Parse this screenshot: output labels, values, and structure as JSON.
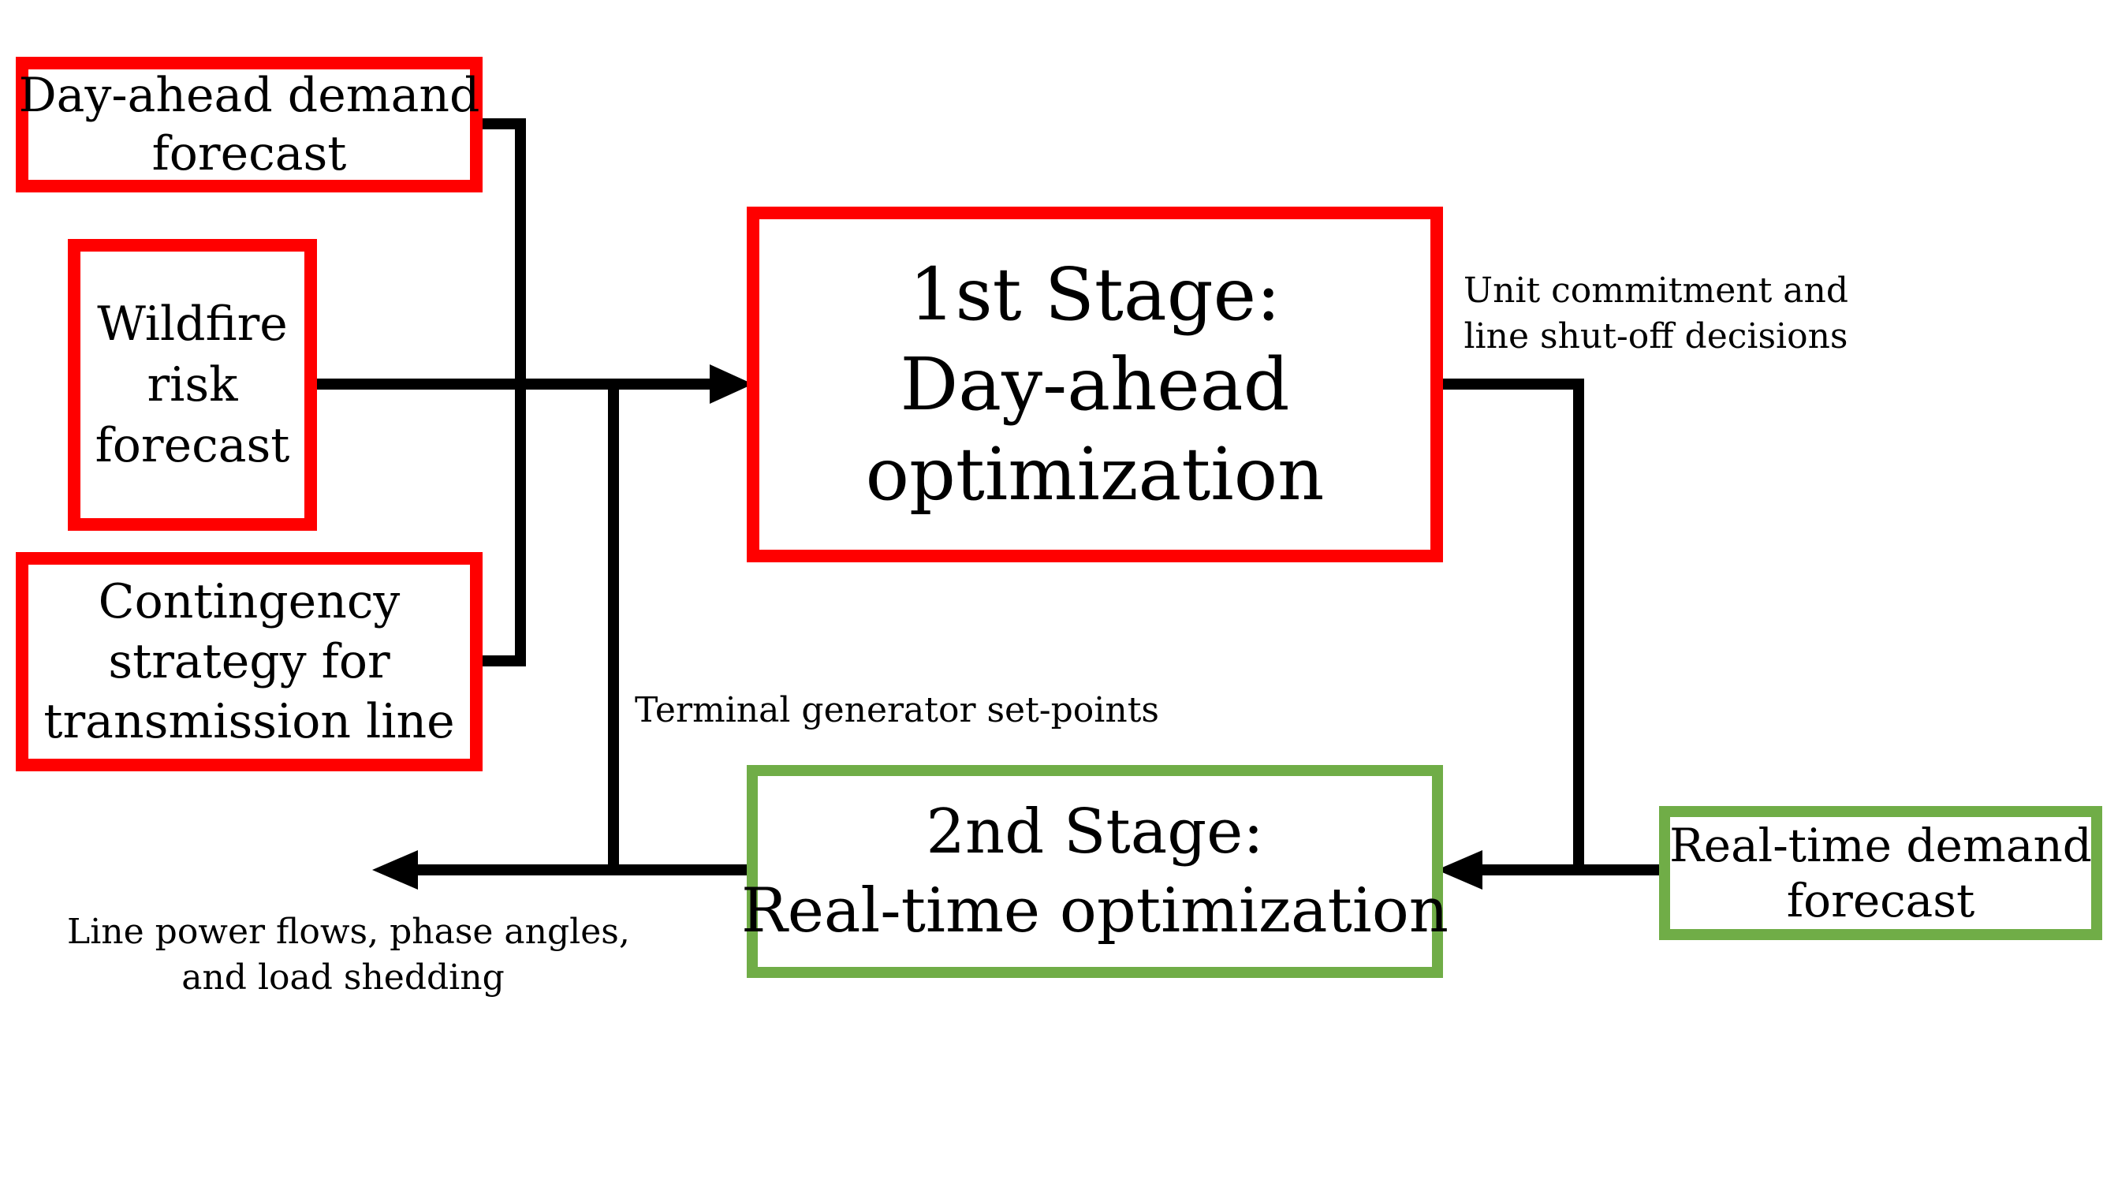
{
  "boxes": {
    "day_ahead_demand": {
      "lines": [
        "Day-ahead demand",
        "forecast"
      ],
      "color": "#ff0000"
    },
    "wildfire_risk": {
      "lines": [
        "Wildfire",
        "risk",
        "forecast"
      ],
      "color": "#ff0000"
    },
    "contingency": {
      "lines": [
        "Contingency",
        "strategy for",
        "transmission line"
      ],
      "color": "#ff0000"
    },
    "stage1": {
      "lines": [
        "1st Stage:",
        "Day-ahead",
        "optimization"
      ],
      "color": "#ff0000"
    },
    "stage2": {
      "lines": [
        "2nd Stage:",
        "Real-time optimization"
      ],
      "color": "#70ad47"
    },
    "realtime_demand": {
      "lines": [
        "Real-time demand",
        "forecast"
      ],
      "color": "#70ad47"
    }
  },
  "annotations": {
    "unit_commitment": [
      "Unit commitment and",
      "line shut-off decisions"
    ],
    "terminal_setpoints": [
      "Terminal generator set-points"
    ],
    "outputs": [
      "Line power flows, phase angles,",
      "and load shedding"
    ]
  }
}
